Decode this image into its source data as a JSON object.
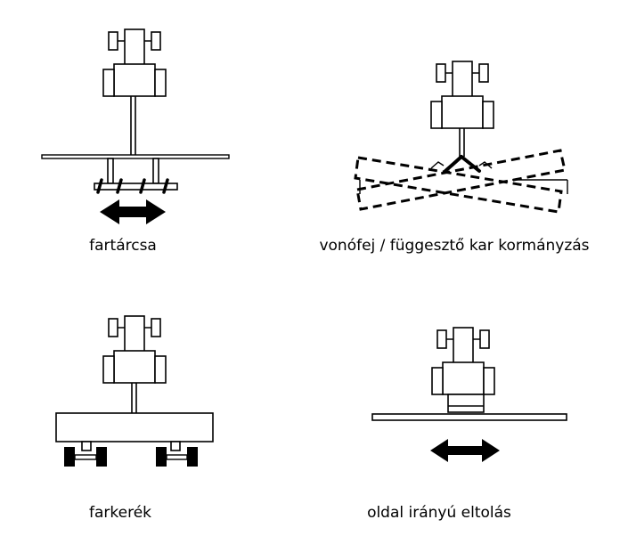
{
  "colors": {
    "line": "#000000",
    "background": "#ffffff"
  },
  "panels": {
    "top_left": {
      "caption": "fartárcsa",
      "icon": "tractor-with-rear-disc-icon"
    },
    "top_right": {
      "caption": "vonófej / függesztő kar kormányzás",
      "icon": "tractor-with-drawbar-steering-icon"
    },
    "bottom_left": {
      "caption": "farkerék",
      "icon": "tractor-with-rear-wheels-icon"
    },
    "bottom_right": {
      "caption": "oldal irányú eltolás",
      "icon": "tractor-with-side-shift-icon"
    }
  }
}
